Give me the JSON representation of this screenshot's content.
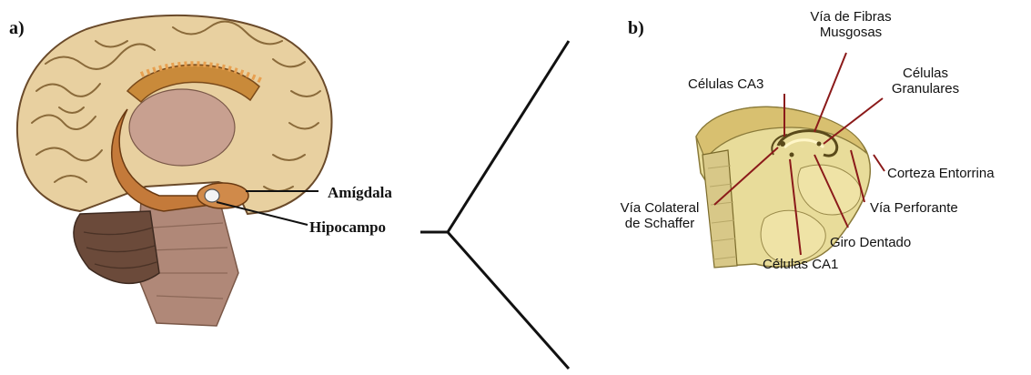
{
  "panel_a": {
    "letter": "a)",
    "labels": {
      "amigdala": "Amígdala",
      "hipocampo": "Hipocampo"
    }
  },
  "panel_b": {
    "letter": "b)",
    "labels": {
      "via_fibras": "Vía de Fibras\nMusgosas",
      "celulas_ca3": "Células CA3",
      "celulas_granulares": "Células\nGranulares",
      "corteza": "Corteza Entorrina",
      "via_colateral": "Vía Colateral\nde Schaffer",
      "via_perforante": "Vía Perforante",
      "giro_dentado": "Giro Dentado",
      "celulas_ca1": "Células CA1"
    }
  },
  "colors": {
    "cortex": "#e8d0a0",
    "gyri_lines": "#8a6a3a",
    "hippocampus": "#c47a3a",
    "brainstem": "#a88070",
    "cerebellum": "#6b4a3a",
    "slice": "#e8dc9a",
    "callout_line_b": "#8b1a1a"
  }
}
